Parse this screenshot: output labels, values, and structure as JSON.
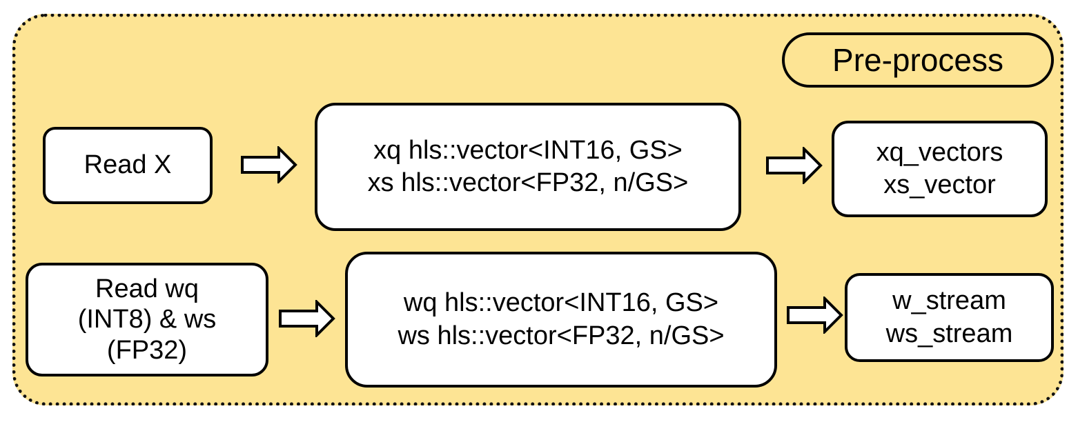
{
  "group": {
    "label": "Pre-process"
  },
  "row1": {
    "source": {
      "lines": [
        "Read X"
      ]
    },
    "vectors": {
      "lines": [
        "xq hls::vector<INT16, GS>",
        "xs hls::vector<FP32, n/GS>"
      ]
    },
    "output": {
      "lines": [
        "xq_vectors",
        "xs_vector"
      ]
    }
  },
  "row2": {
    "source": {
      "lines": [
        "Read wq",
        "(INT8) & ws",
        "(FP32)"
      ]
    },
    "vectors": {
      "lines": [
        "wq hls::vector<INT16, GS>",
        "ws hls::vector<FP32, n/GS>"
      ]
    },
    "output": {
      "lines": [
        "w_stream",
        "ws_stream"
      ]
    }
  },
  "colors": {
    "group_fill": "#fde494",
    "box_fill": "#ffffff",
    "stroke": "#000000"
  }
}
